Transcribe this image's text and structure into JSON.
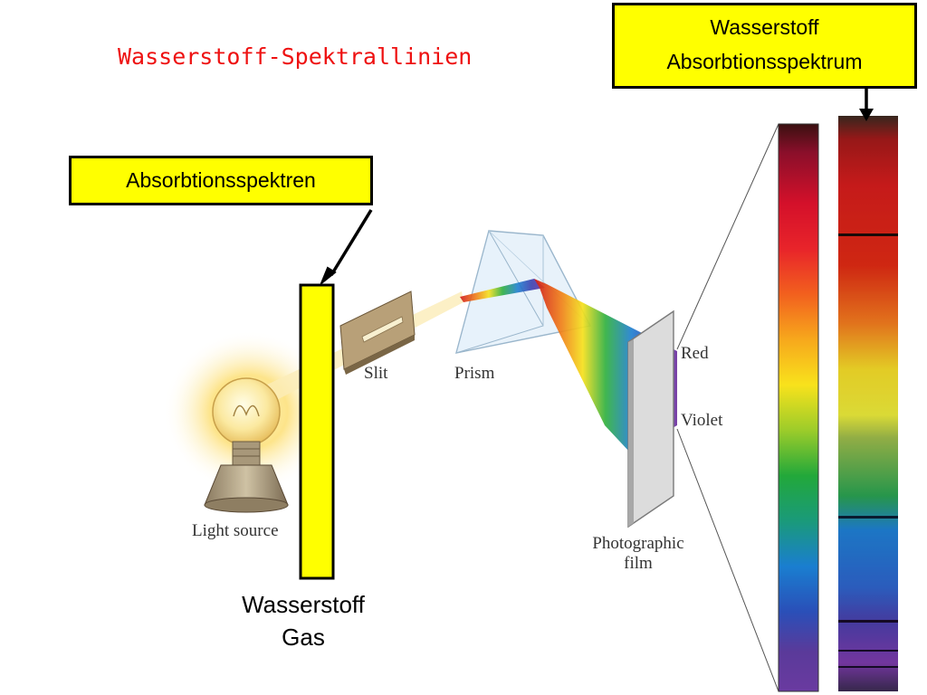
{
  "slide": {
    "title": "Wasserstoff-Spektrallinien",
    "callout_spectrum": {
      "line1": "Wasserstoff",
      "line2": "Absorbtionsspektrum"
    },
    "callout_absorption": "Absorbtionsspektren",
    "gas_label": {
      "line1": "Wasserstoff",
      "line2": "Gas"
    }
  },
  "diagram": {
    "light_source": "Light source",
    "slit": "Slit",
    "prism": "Prism",
    "red": "Red",
    "violet": "Violet",
    "film": {
      "line1": "Photographic",
      "line2": "film"
    }
  },
  "colors": {
    "title": "#ee1111",
    "callout_fill": "#ffff00",
    "gas_cell": "#ffff00"
  }
}
